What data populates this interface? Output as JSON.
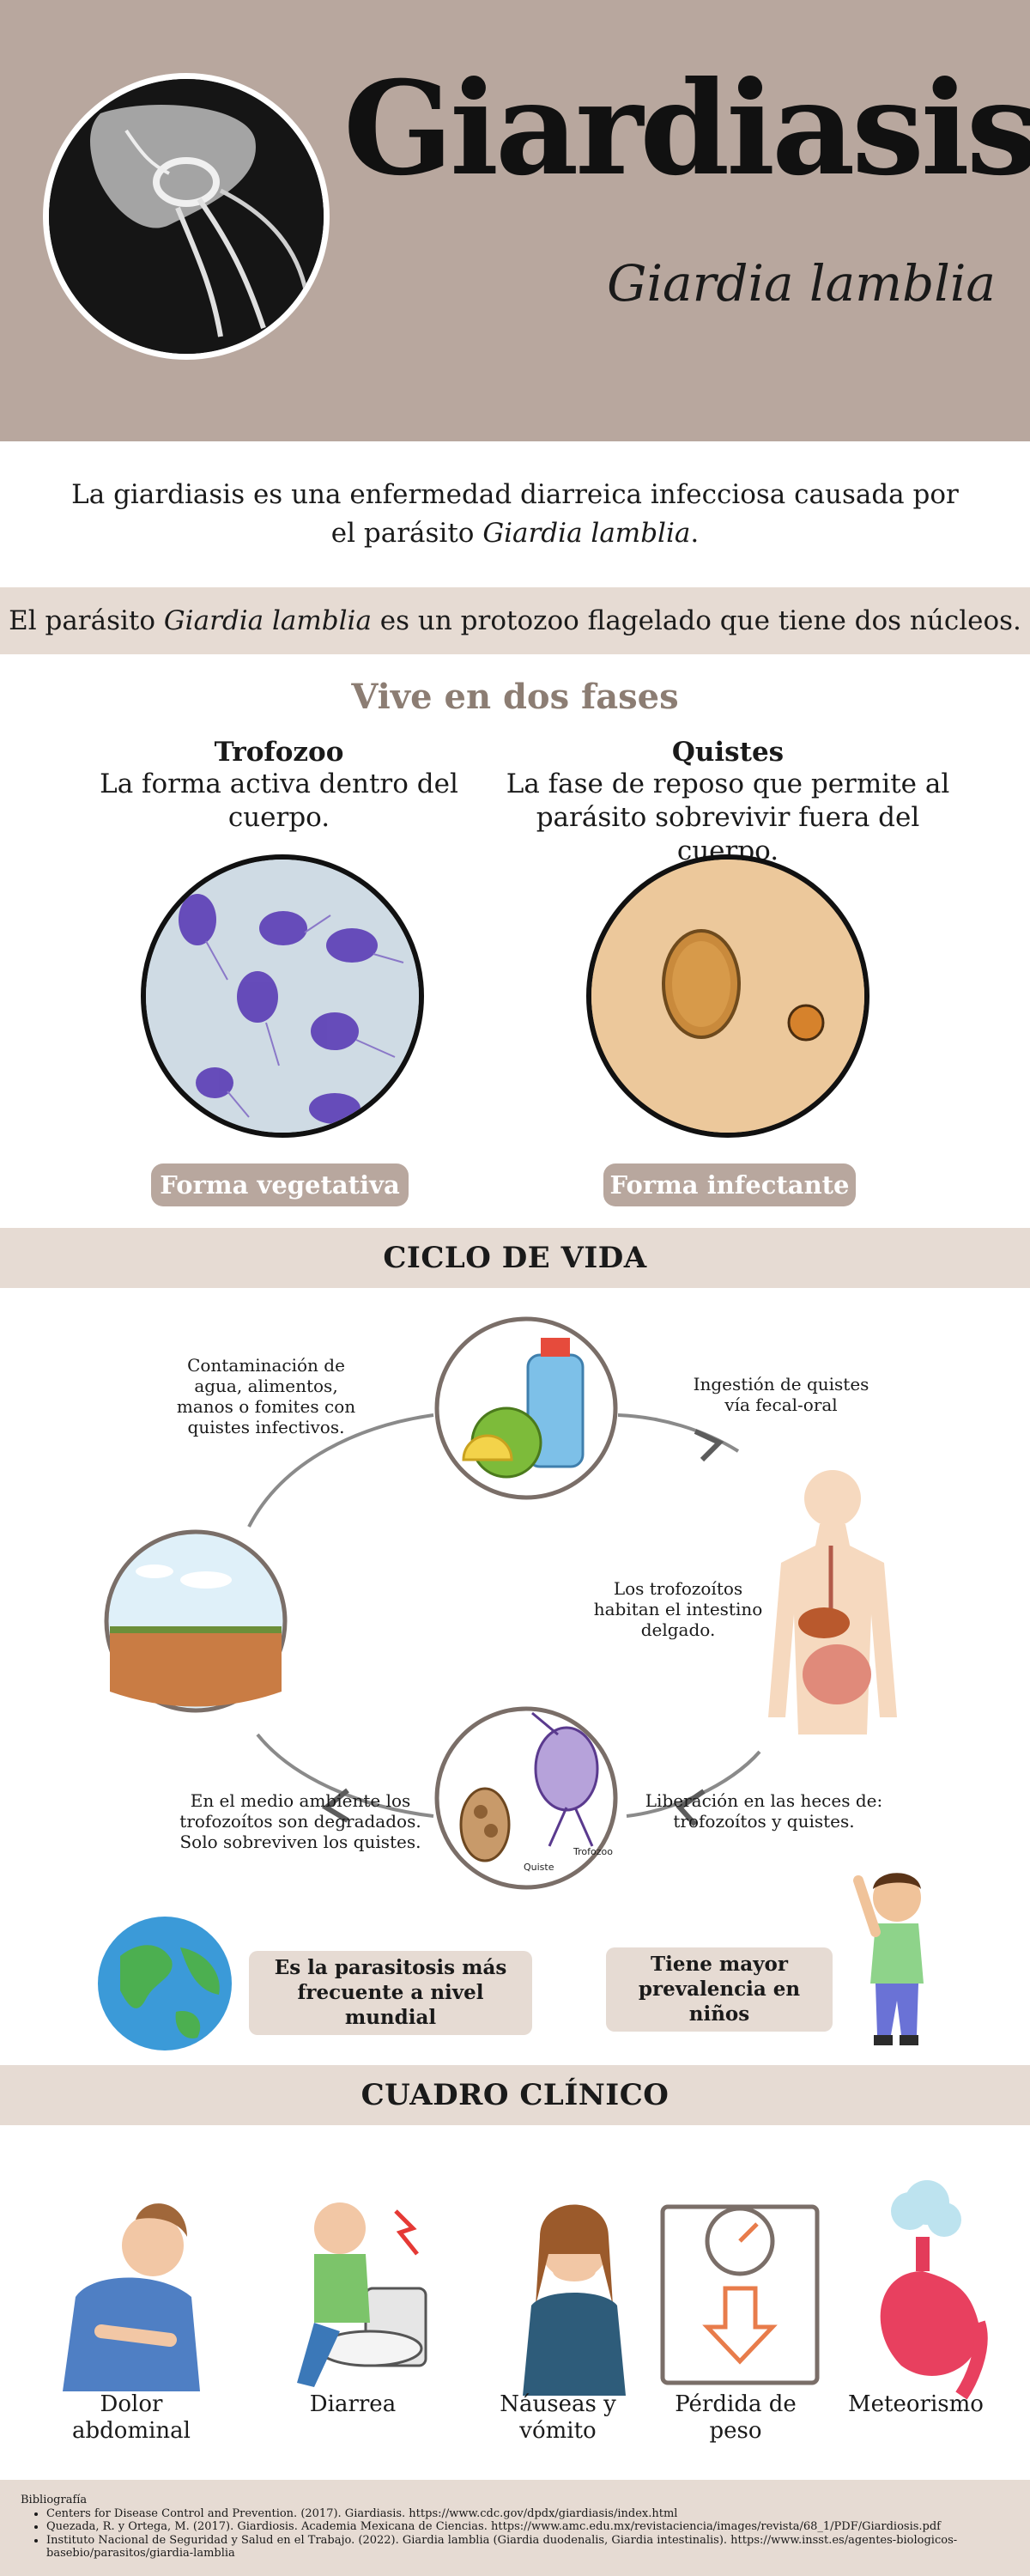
{
  "header": {
    "title": "Giardiasis",
    "subtitle": "Giardia lamblia"
  },
  "intro": {
    "line1": "La giardiasis es una enfermedad diarreica infecciosa causada por",
    "line2_prefix": "el parásito ",
    "line2_em": "Giardia lamblia",
    "line2_suffix": "."
  },
  "parasite": {
    "prefix": "El parásito ",
    "em": "Giardia lamblia",
    "suffix": " es un protozoo flagelado que tiene dos núcleos."
  },
  "phases": {
    "title": "Vive en dos fases",
    "trofozoo": {
      "name": "Trofozoo",
      "desc1": "La forma activa dentro del",
      "desc2": "cuerpo.",
      "pill": "Forma vegetativa"
    },
    "quistes": {
      "name": "Quistes",
      "desc1": "La fase de reposo que permite al",
      "desc2": "parásito sobrevivir fuera del cuerpo.",
      "pill": "Forma infectante"
    }
  },
  "cycle": {
    "title": "CICLO DE VIDA",
    "contamination": [
      "Contaminación de",
      "agua, alimentos,",
      "manos o fomites con",
      "quistes infectivos."
    ],
    "ingestion": [
      "Ingestión de quistes",
      "vía fecal-oral"
    ],
    "trophozoites": [
      "Los trofozoítos",
      "habitan el intestino",
      "delgado."
    ],
    "release": [
      "Liberación en las heces de:",
      "trofozoítos y quistes."
    ],
    "environment": [
      "En el medio ambiente los",
      "trofozoítos son degradados.",
      "Solo sobreviven los quistes."
    ],
    "diagram_trofozoo": "Trofozoo",
    "diagram_quiste": "Quiste"
  },
  "facts": {
    "world": [
      "Es la parasitosis más",
      "frecuente a nivel mundial"
    ],
    "children": [
      "Tiene mayor",
      "prevalencia en niños"
    ]
  },
  "clinical": {
    "title": "CUADRO CLÍNICO",
    "items": [
      {
        "label1": "Dolor",
        "label2": "abdominal"
      },
      {
        "label1": "Diarrea",
        "label2": ""
      },
      {
        "label1": "Náuseas y",
        "label2": "vómito"
      },
      {
        "label1": "Pérdida de",
        "label2": "peso"
      },
      {
        "label1": "Meteorismo",
        "label2": ""
      }
    ]
  },
  "bibliography": {
    "title": "Bibliografía",
    "refs": [
      "Centers for Disease Control and Prevention. (2017). Giardiasis. https://www.cdc.gov/dpdx/giardiasis/index.html",
      "Quezada, R. y Ortega, M. (2017). Giardiosis. Academia Mexicana de Ciencias. https://www.amc.edu.mx/revistaciencia/images/revista/68_1/PDF/Giardiosis.pdf",
      "Instituto Nacional de Seguridad y Salud en el Trabajo. (2022). Giardia lamblia (Giardia duodenalis, Giardia intestinalis). https://www.insst.es/agentes-biologicos-basebio/parasitos/giardia-lamblia"
    ]
  },
  "colors": {
    "header_bg": "#b8a79e",
    "band_bg": "#e6dbd3",
    "accent_text": "#8c7d73"
  }
}
